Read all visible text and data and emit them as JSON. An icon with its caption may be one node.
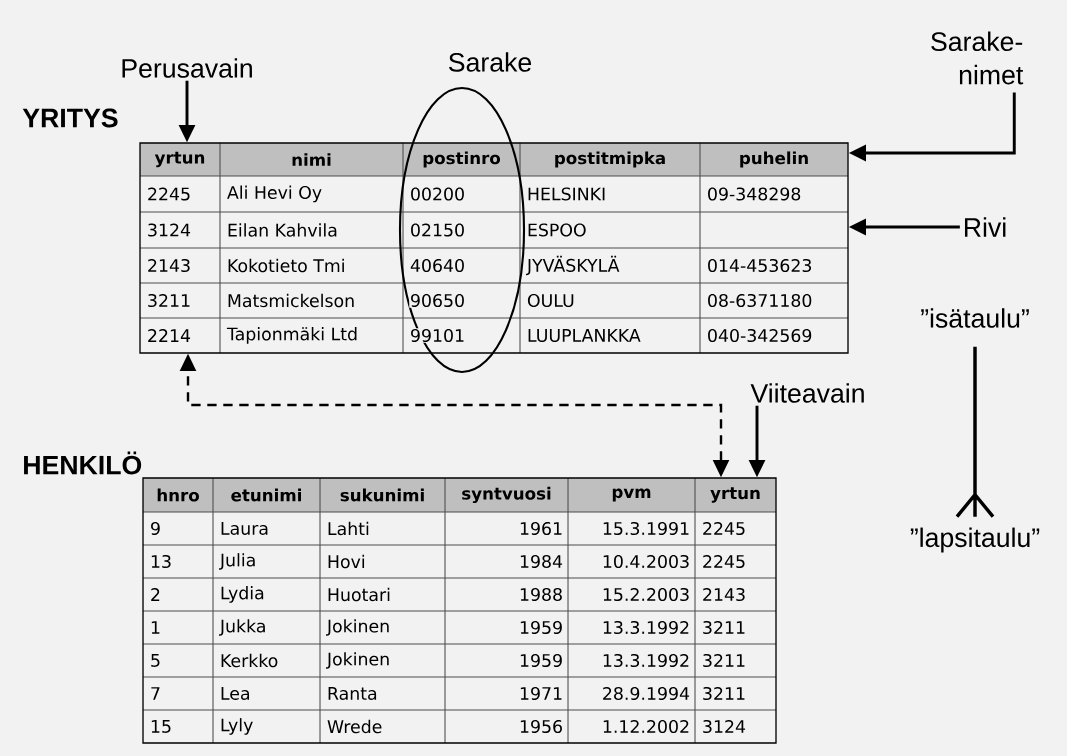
{
  "diagram": {
    "nodes": [
      {
        "text": [
          "YRITYS"
        ]
      },
      {
        "text": [
          "HENKILÖ"
        ]
      },
      {
        "text": [
          "Perusavain"
        ]
      },
      {
        "text": [
          "Sarake- nimet"
        ]
      },
      {
        "text": [
          "Rivi"
        ]
      },
      {
        "text": [
          "Viiteavain"
        ]
      },
      {
        "text": [
          "”isätaulu”"
        ]
      },
      {
        "text": [
          "”lapsitaulu”"
        ]
      }
    ],
    "edges": [
      {
        "from": 2,
        "to": 0,
        "arrow": "to"
      },
      {
        "from": 3,
        "to": 0,
        "arrow": "to"
      },
      {
        "from": 4,
        "to": 0,
        "arrow": "to"
      },
      {
        "from": 1,
        "to": 0,
        "arrow": "both",
        "style": "dashed"
      },
      {
        "from": 5,
        "to": 1,
        "arrow": "to"
      },
      {
        "from": 6,
        "to": 7,
        "arrow": "other"
      }
    ],
    "labels": [
      "Sarake",
      "yrtun",
      "nimi",
      "postinro",
      "postitmipka",
      "puhelin",
      "2245",
      "Ali Hevi Oy",
      "00200",
      "HELSINKI",
      "09-348298",
      "3124",
      "Eilan Kahvila",
      "02150",
      "ESPOO",
      "2143",
      "Kokotieto Tmi",
      "40640",
      "JYVÄSKYLÄ",
      "014-453623",
      "3211",
      "Matsmickelson",
      "90650",
      "OULU",
      "08-6371180",
      "2214",
      "Tapionmäki Ltd",
      "99101",
      "LUUPLANKKA",
      "040-342569",
      "hnro",
      "etunimi",
      "sukunimi",
      "syntvuosi",
      "pvm",
      "yrtun",
      "9",
      "Laura",
      "Lahti",
      "1961",
      "15.3.1991",
      "2245",
      "13",
      "Julia",
      "Hovi",
      "1984",
      "10.4.2003",
      "2245",
      "2",
      "Lydia",
      "Huotari",
      "1988",
      "15.2.2003",
      "2143",
      "1",
      "Jukka",
      "Jokinen",
      "1959",
      "13.3.1992",
      "3211",
      "5",
      "Kerkko",
      "Jokinen",
      "1959",
      "13.3.1992",
      "3211",
      "7",
      "Lea",
      "Ranta",
      "1971",
      "28.9.1994",
      "3211",
      "15",
      "Lyly",
      "Wrede",
      "1956",
      "1.12.2002",
      "3124"
    ]
  }
}
